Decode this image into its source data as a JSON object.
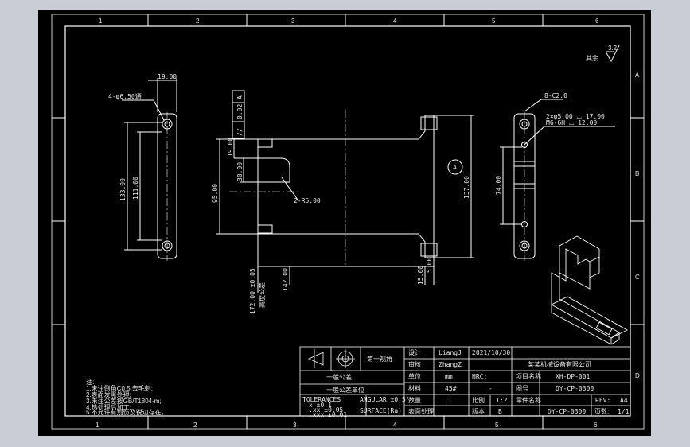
{
  "frame": {
    "col_numbers": [
      "1",
      "2",
      "3",
      "4",
      "5",
      "6"
    ],
    "row_letters": [
      "A",
      "B",
      "C",
      "D"
    ]
  },
  "roughness": {
    "label": "其余",
    "value": "3.2"
  },
  "views": {
    "left": {
      "width_dim": "19.00",
      "hole_note": "4-φ6.50通",
      "dim_outer": "133.00",
      "dim_inner": "111.00"
    },
    "front": {
      "tolerance_frame": [
        "//",
        "0.02",
        "A"
      ],
      "dim_19": "19.00",
      "dim_30": "30.00",
      "dim_95": "95.00",
      "radius": "2-R5.00",
      "datum": "A",
      "dim_137": "137.00",
      "dim_172": "172.00 ±0.05",
      "note_vert": "高度公差",
      "dim_142": "142.00",
      "dim_15": "15.00",
      "dim_5": "5.00"
    },
    "right": {
      "chamfer": "8-C2.0",
      "hole_note_1": "2×φ5.00 ⌴ 17.00",
      "hole_note_2": "M6-6H ⌴ 12.00",
      "dim_74": "74.00"
    }
  },
  "notes": [
    "注:",
    "1.未注倒角C0.5,去毛刺;",
    "2.表面发黑处理;",
    "3.未注公差按GB/T1804-m;",
    "4.热处理后加工;",
    "5.不允许有划伤及锐边存在。"
  ],
  "title_block": {
    "projection": "第一视角",
    "unit_label": "一般公差",
    "unit_val": "一般公差单位",
    "tolerances_title": "TOLERANCES",
    "tol_x": "x   ±0.1",
    "tol_xx": ".xx ±0.05",
    "tol_xxx": ".xxx ±0.01",
    "angular": "ANGULAR ±0.5°",
    "surface": "SURFACE(Ra)",
    "row_labels": [
      "设计",
      "审核",
      "单位",
      "材料",
      "数量",
      "表面处理"
    ],
    "designer": "LiangJ",
    "date": "2021/10/30",
    "checker": "ZhangZ",
    "unit": "mm",
    "hrc": "HRC:",
    "hrc_val": "-",
    "material": "45#",
    "qty": "1",
    "scale_label": "比例",
    "scale": "1:2",
    "sheet_label": "版本",
    "sheet_val": "B",
    "company": "某某机械设备有限公司",
    "project_label": "项目名称",
    "project": "XH-DP-001",
    "drawing_label": "图号",
    "drawing": "DY-CP-0300",
    "part_label": "零件名称",
    "part": "DY-CP-0300",
    "rev_label": "REV:",
    "size": "A4",
    "page_label": "页数:",
    "page": "1/1"
  },
  "colors": {
    "bg": "#000000",
    "line": "#ffffff",
    "outer": "#c9ced6"
  }
}
